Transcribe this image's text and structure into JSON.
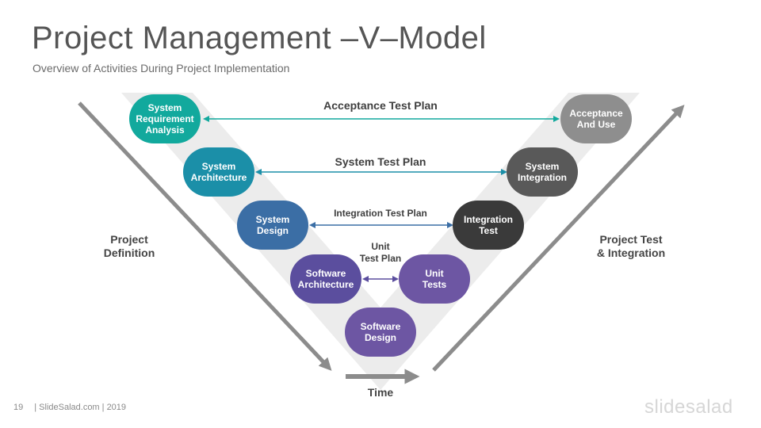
{
  "slide": {
    "title": "Project Management –V–Model",
    "subtitle": "Overview of Activities During Project Implementation",
    "page_number": "19",
    "footer_text": "| SlideSalad.com | 2019",
    "brand": "slidesalad"
  },
  "left_phases": [
    {
      "label": "System\nRequirement\nAnalysis",
      "color": "#12a99d"
    },
    {
      "label": "System\nArchitecture",
      "color": "#1b8fa8"
    },
    {
      "label": "System\nDesign",
      "color": "#3b6ea5"
    },
    {
      "label": "Software\nArchitecture",
      "color": "#5b4e9e"
    }
  ],
  "bottom_phase": {
    "label": "Software\nDesign",
    "color": "#6d56a3"
  },
  "right_phases": [
    {
      "label": "Acceptance\nAnd Use",
      "color": "#8e8e8e"
    },
    {
      "label": "System\nIntegration",
      "color": "#595959"
    },
    {
      "label": "Integration\nTest",
      "color": "#3a3a3a"
    },
    {
      "label": "Unit\nTests",
      "color": "#6d56a3"
    }
  ],
  "test_plans": [
    "Acceptance Test Plan",
    "System Test Plan",
    "Integration Test Plan",
    "Unit\nTest Plan"
  ],
  "side_labels": {
    "left": "Project\nDefinition",
    "right": "Project Test\n& Integration",
    "bottom": "Time"
  },
  "colors": {
    "arrow_gray": "#8c8c8c",
    "v_band": "#ececec",
    "connector_colors": [
      "#12a99d",
      "#1b8fa8",
      "#3b6ea5",
      "#5b4e9e"
    ]
  }
}
